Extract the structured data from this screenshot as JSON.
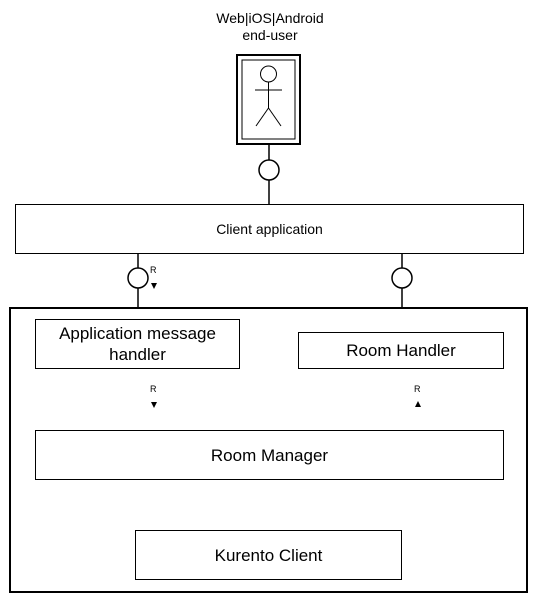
{
  "actor": {
    "caption_line1": "Web|iOS|Android",
    "caption_line2": "end-user"
  },
  "boxes": {
    "client_application": "Client application",
    "app_message_handler_line1": "Application message",
    "app_message_handler_line2": "handler",
    "room_handler": "Room Handler",
    "room_manager": "Room Manager",
    "kurento_client": "Kurento Client"
  },
  "interfaces": {
    "reply_label": "R"
  }
}
